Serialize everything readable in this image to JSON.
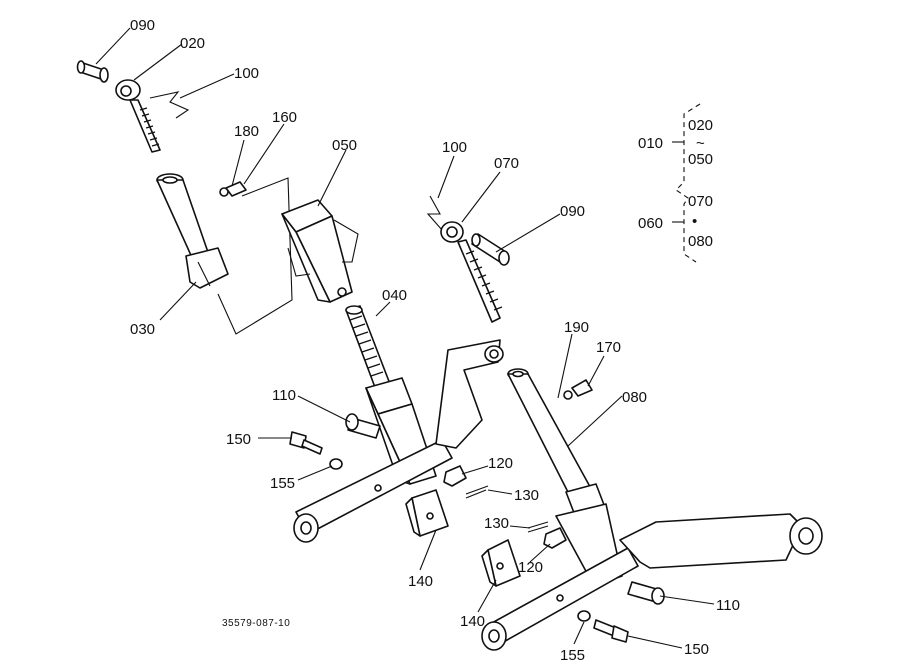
{
  "diagram": {
    "drawing_code": "35579-087-10",
    "labels": {
      "p090_top": "090",
      "p020_top": "020",
      "p100_top": "100",
      "p180": "180",
      "p160": "160",
      "p050": "050",
      "p030": "030",
      "p100_mid": "100",
      "p070_mid": "070",
      "p090_mid": "090",
      "p040": "040",
      "p190": "190",
      "p170": "170",
      "p080": "080",
      "p110_left": "110",
      "p150_left": "150",
      "p155_left": "155",
      "p120_left": "120",
      "p130_left": "130",
      "p140_left": "140",
      "p130_right": "130",
      "p120_right": "120",
      "p140_right": "140",
      "p110_right": "110",
      "p155_right": "155",
      "p150_right": "150"
    },
    "legend": {
      "assy1": "010",
      "assy1_from": "020",
      "assy1_tilde": "~",
      "assy1_to": "050",
      "assy2": "060",
      "assy2_from": "070",
      "assy2_dot": "•",
      "assy2_to": "080"
    }
  }
}
